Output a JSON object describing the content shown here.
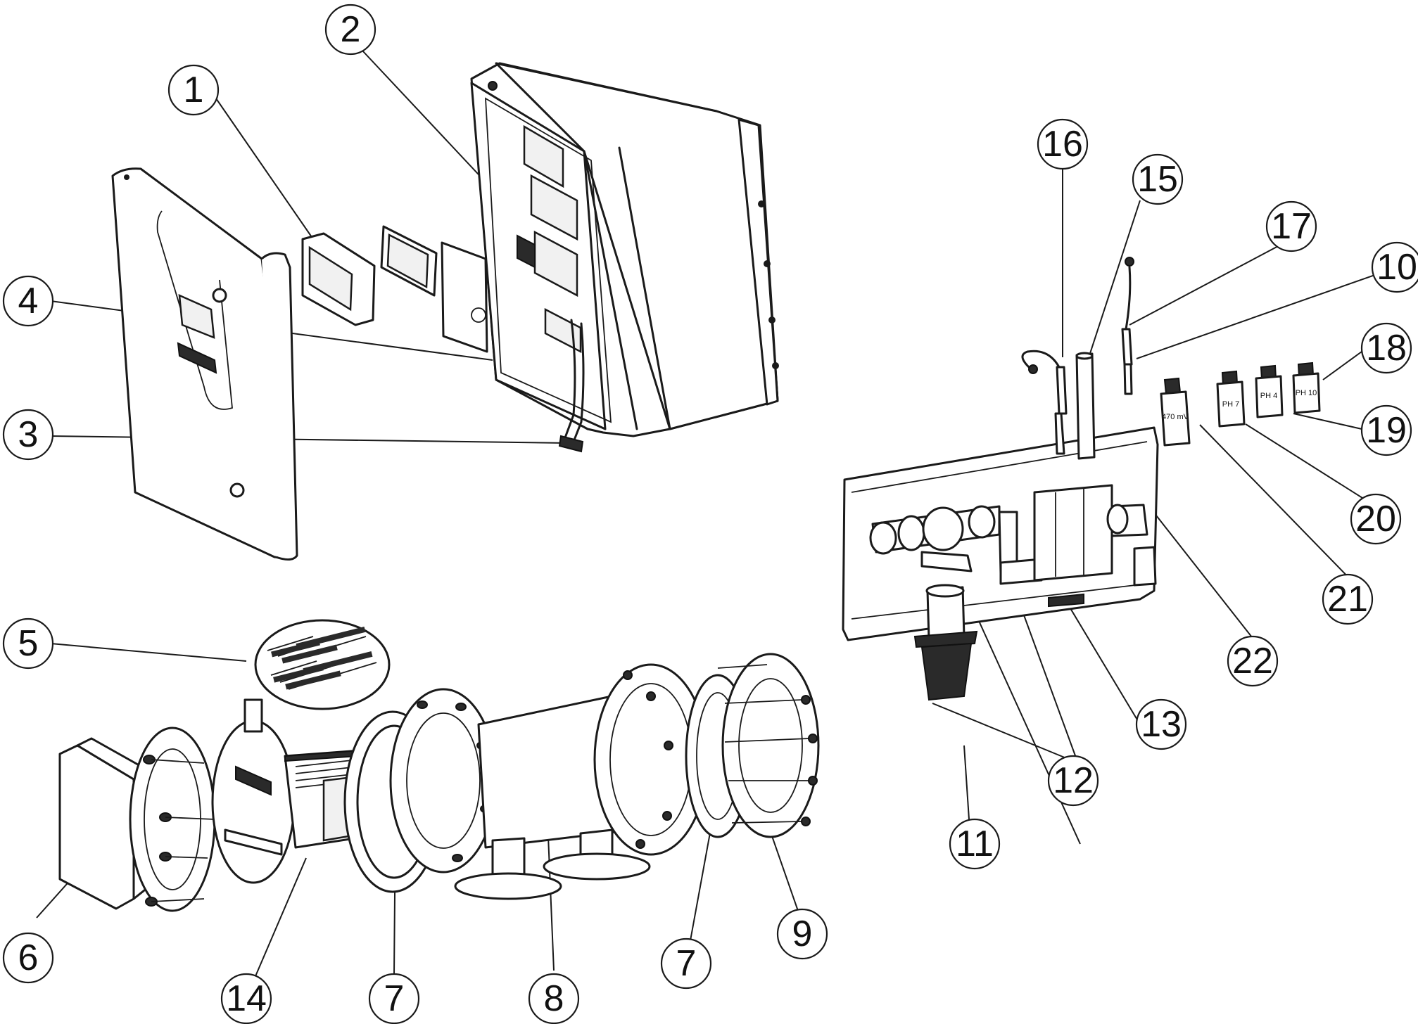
{
  "diagram": {
    "type": "exploded-parts-view",
    "callouts": [
      {
        "id": "c1",
        "label": "1"
      },
      {
        "id": "c2",
        "label": "2"
      },
      {
        "id": "c3",
        "label": "3"
      },
      {
        "id": "c4",
        "label": "4"
      },
      {
        "id": "c5",
        "label": "5"
      },
      {
        "id": "c6",
        "label": "6"
      },
      {
        "id": "c7a",
        "label": "7"
      },
      {
        "id": "c7b",
        "label": "7"
      },
      {
        "id": "c8",
        "label": "8"
      },
      {
        "id": "c9",
        "label": "9"
      },
      {
        "id": "c10",
        "label": "10"
      },
      {
        "id": "c11",
        "label": "11"
      },
      {
        "id": "c12",
        "label": "12"
      },
      {
        "id": "c13",
        "label": "13"
      },
      {
        "id": "c14",
        "label": "14"
      },
      {
        "id": "c15",
        "label": "15"
      },
      {
        "id": "c16",
        "label": "16"
      },
      {
        "id": "c17",
        "label": "17"
      },
      {
        "id": "c18",
        "label": "18"
      },
      {
        "id": "c19",
        "label": "19"
      },
      {
        "id": "c20",
        "label": "20"
      },
      {
        "id": "c21",
        "label": "21"
      },
      {
        "id": "c22",
        "label": "22"
      }
    ],
    "bottle_labels": {
      "b21": "470 mV",
      "b20": "PH 7",
      "b19": "PH 4",
      "b18": "PH 10"
    }
  }
}
